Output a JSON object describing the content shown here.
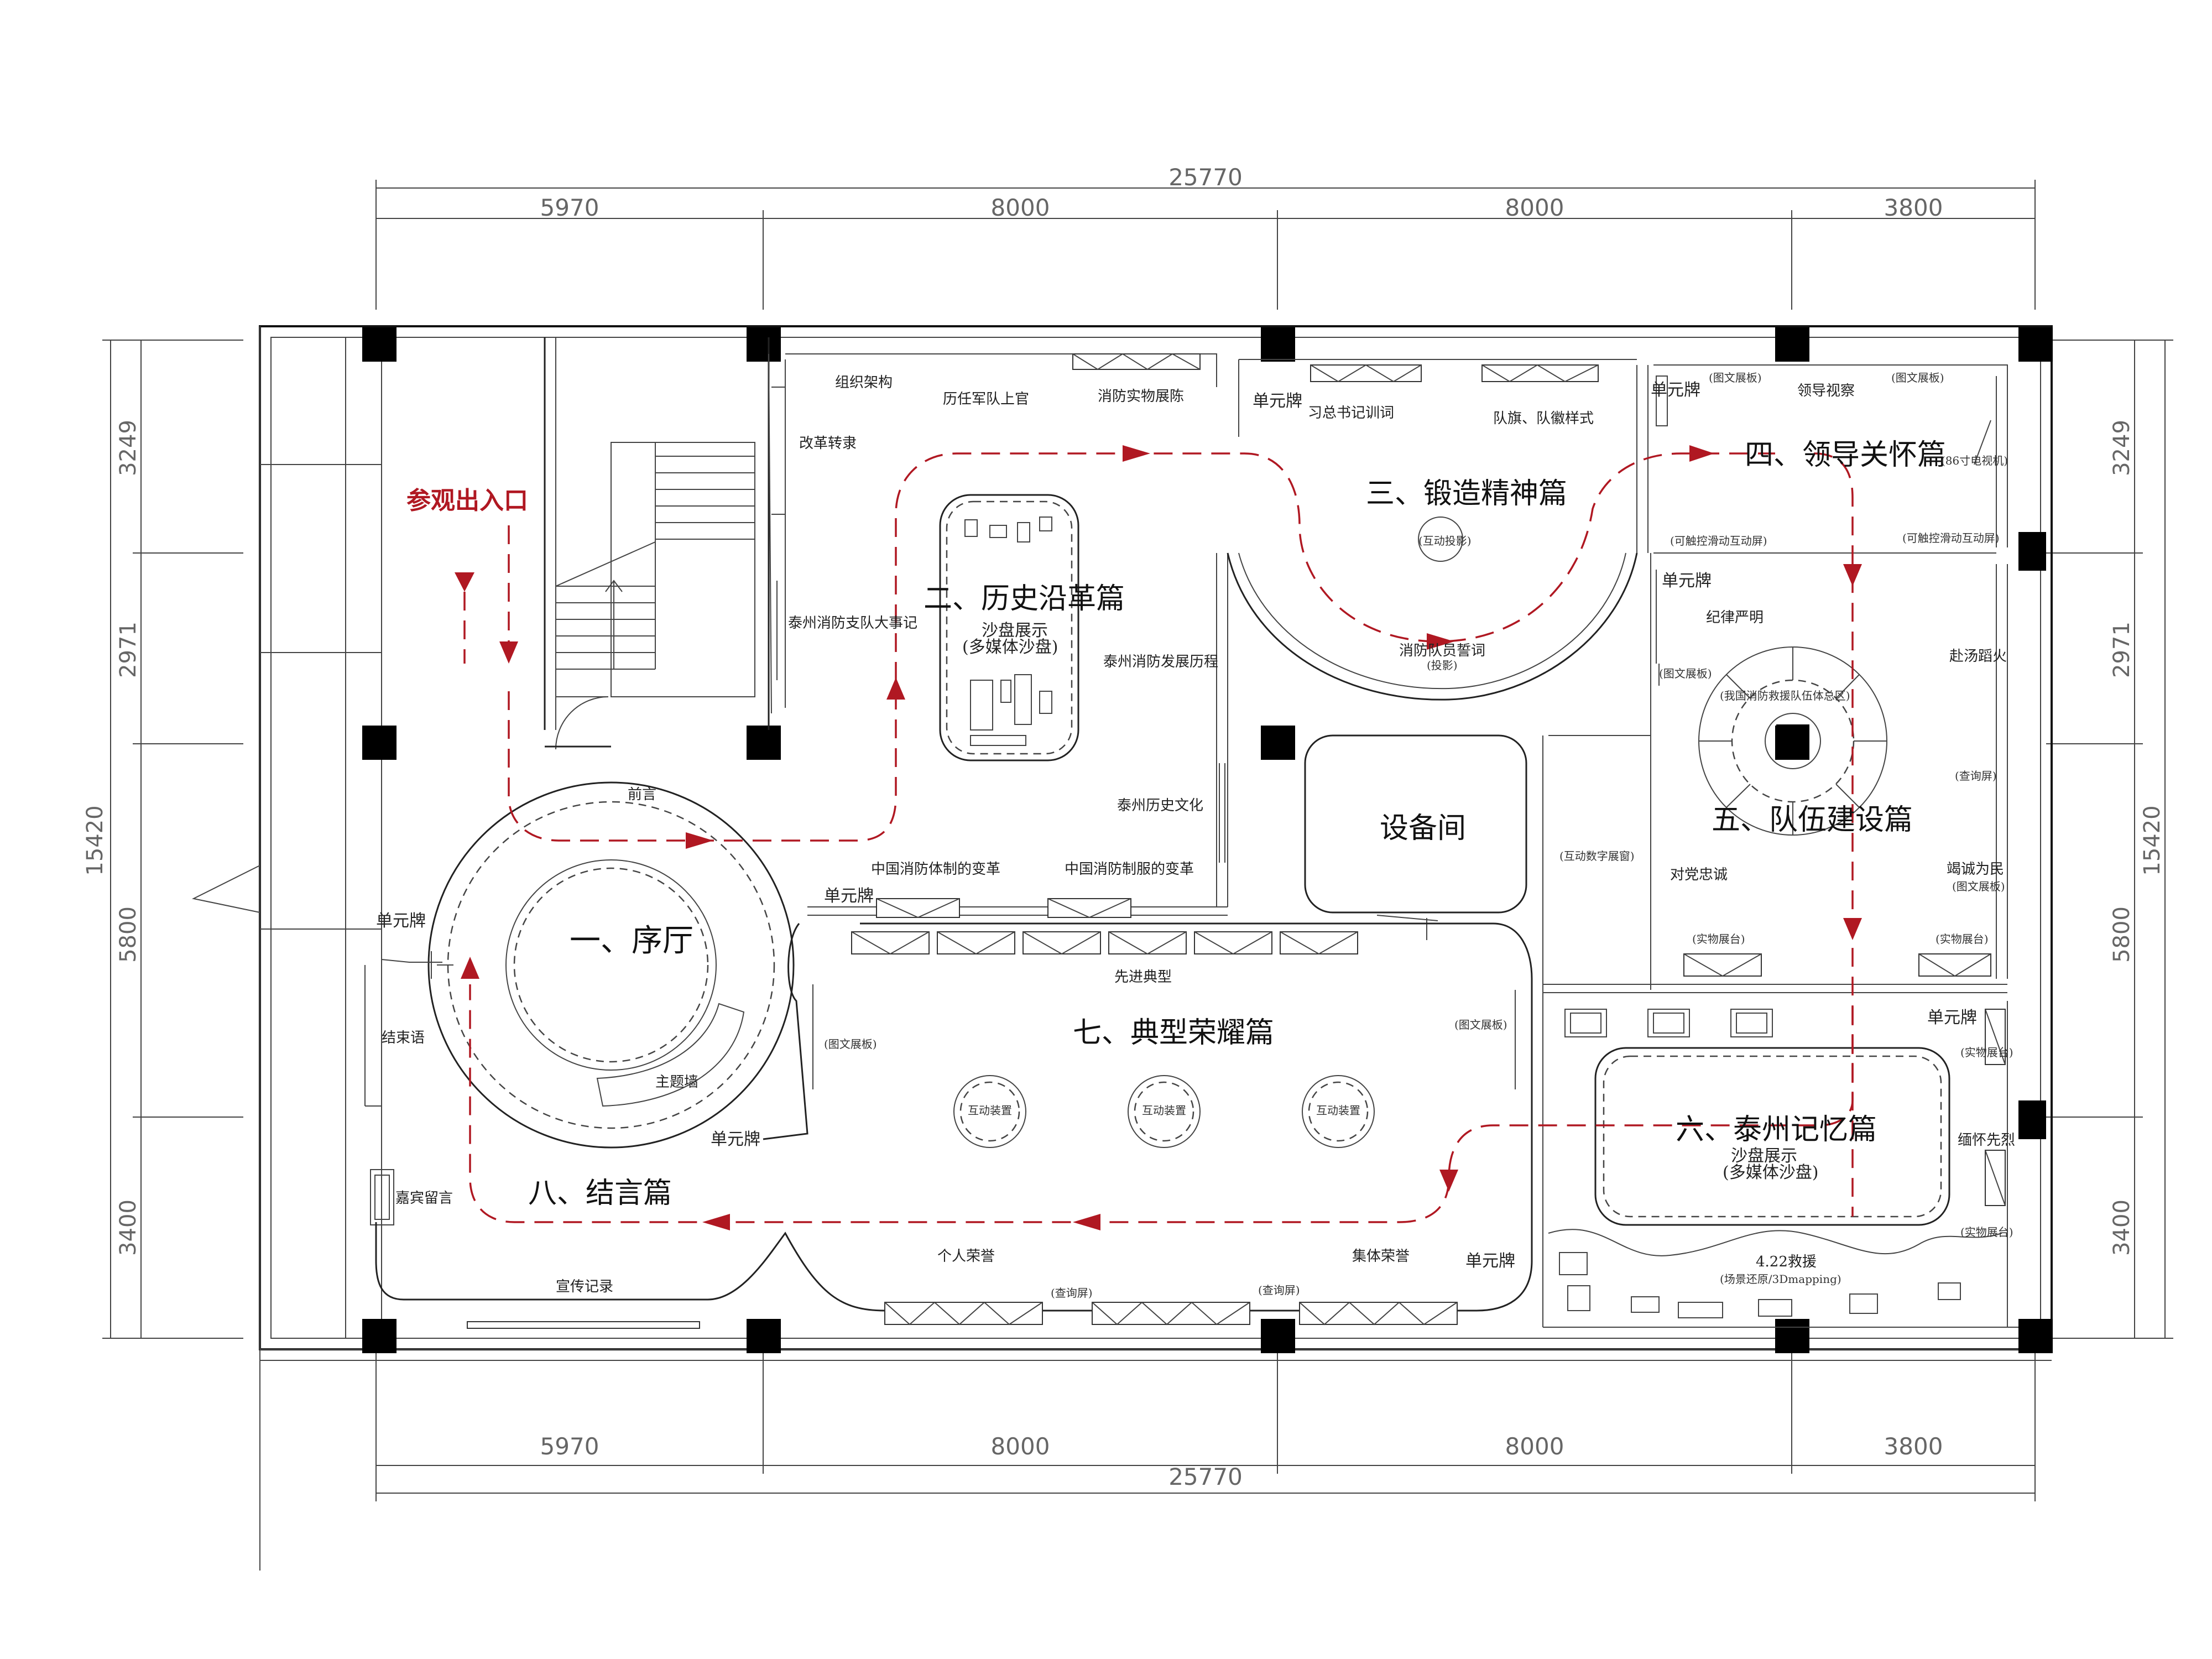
{
  "dimensions": {
    "total": "25770",
    "top_segments": [
      "5970",
      "8000",
      "8000",
      "3800"
    ],
    "bottom_segments": [
      "5970",
      "8000",
      "8000",
      "3800"
    ],
    "left_total": "15420",
    "left_segments": [
      "3249",
      "2971",
      "5800",
      "3400"
    ],
    "right_total": "15420",
    "right_segments": [
      "3249",
      "2971",
      "5800",
      "3400"
    ]
  },
  "entrance": "参观出入口",
  "zones": {
    "z1": "一、序厅",
    "z2": "二、历史沿革篇",
    "z3": "三、锻造精神篇",
    "z4": "四、领导关怀篇",
    "z5": "五、队伍建设篇",
    "z6": "六、泰州记忆篇",
    "z7": "七、典型荣耀篇",
    "z8": "八、结言篇",
    "equipment": "设备间"
  },
  "labels": {
    "org": "组织架构",
    "leaders": "历任军队上官",
    "relics": "消防实物展陈",
    "reform": "改革转隶",
    "events": "泰州消防支队大事记",
    "sandbox1": "沙盘展示",
    "sandbox1_sub": "(多媒体沙盘)",
    "dev": "泰州消防发展历程",
    "culture": "泰州历史文化",
    "sys_reform": "中国消防体制的变革",
    "uniform": "中国消防制服的变革",
    "preface": "前言",
    "theme_wall": "主题墙",
    "unit1": "单元牌",
    "unit2": "单元牌",
    "unit3": "单元牌",
    "unit4": "单元牌",
    "unit5": "单元牌",
    "unit6": "单元牌",
    "unit7": "单元牌",
    "unit8": "单元牌",
    "xi_training": "习总书记训词",
    "flag": "队旗、队徽样式",
    "interactive_proj": "(互动投影)",
    "oath": "消防队员誓词",
    "oath_sub": "(投影)",
    "graphic1": "(图文展板)",
    "graphic2": "(图文展板)",
    "leader_visit": "领导视察",
    "tv": "(86寸电视机)",
    "touch1": "(可触控滑动互动屏)",
    "touch2": "(可触控滑动互动屏)",
    "discipline": "纪律严明",
    "graphic3": "(图文展板)",
    "ring_text": "(我国消防救援队伍体总区)",
    "fire": "赴汤蹈火",
    "query": "(查询屏)",
    "loyal": "对党忠诚",
    "digital": "(互动数字展窗)",
    "serve": "竭诚为民",
    "graphic4": "(图文展板)",
    "cabinet1": "(实物展台)",
    "cabinet2": "(实物展台)",
    "pioneer": "先进典型",
    "graphic5": "(图文展板)",
    "graphic6": "(图文展板)",
    "interact1": "互动装置",
    "interact2": "互动装置",
    "interact3": "互动装置",
    "ending": "结束语",
    "guest": "嘉宾留言",
    "record": "宣传记录",
    "personal": "个人荣誉",
    "collective": "集体荣誉",
    "query2": "(查询屏)",
    "query3": "(查询屏)",
    "sandbox2": "沙盘展示",
    "sandbox2_sub": "(多媒体沙盘)",
    "memory": "缅怀先烈",
    "cabinet3": "(实物展台)",
    "cabinet4": "(实物展台)",
    "rescue": "4.22救援",
    "rescue_sub": "(场景还原/3Dmapping)"
  }
}
